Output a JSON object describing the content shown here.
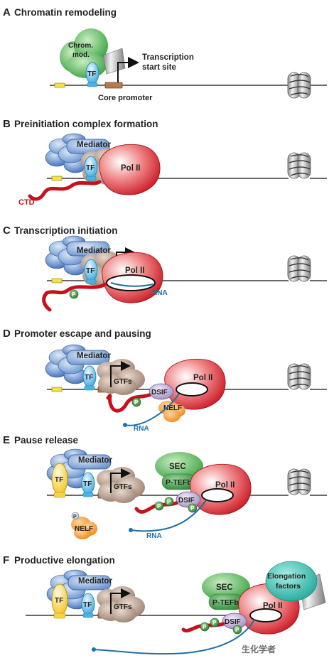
{
  "panels": {
    "a": {
      "letter": "A",
      "title": "Chromatin remodeling"
    },
    "b": {
      "letter": "B",
      "title": "Preinitiation complex formation"
    },
    "c": {
      "letter": "C",
      "title": "Transcription initiation"
    },
    "d": {
      "letter": "D",
      "title": "Promoter escape and pausing"
    },
    "e": {
      "letter": "E",
      "title": "Pause release"
    },
    "f": {
      "letter": "F",
      "title": "Productive elongation"
    }
  },
  "labels": {
    "chrom_mod_1": "Chrom.",
    "chrom_mod_2": "mod.",
    "tf": "TF",
    "tss_1": "Transcription",
    "tss_2": "start site",
    "core_promoter": "Core promoter",
    "mediator": "Mediator",
    "gtfs": "GTFs",
    "pol2": "Pol II",
    "ctd": "CTD",
    "phospho": "P",
    "rna": "RNA",
    "dsif": "DSIF",
    "nelf": "NELF",
    "sec": "SEC",
    "ptefb": "P-TEFb",
    "elong_1": "Elongation",
    "elong_2": "factors"
  },
  "watermark": "生化学者"
}
